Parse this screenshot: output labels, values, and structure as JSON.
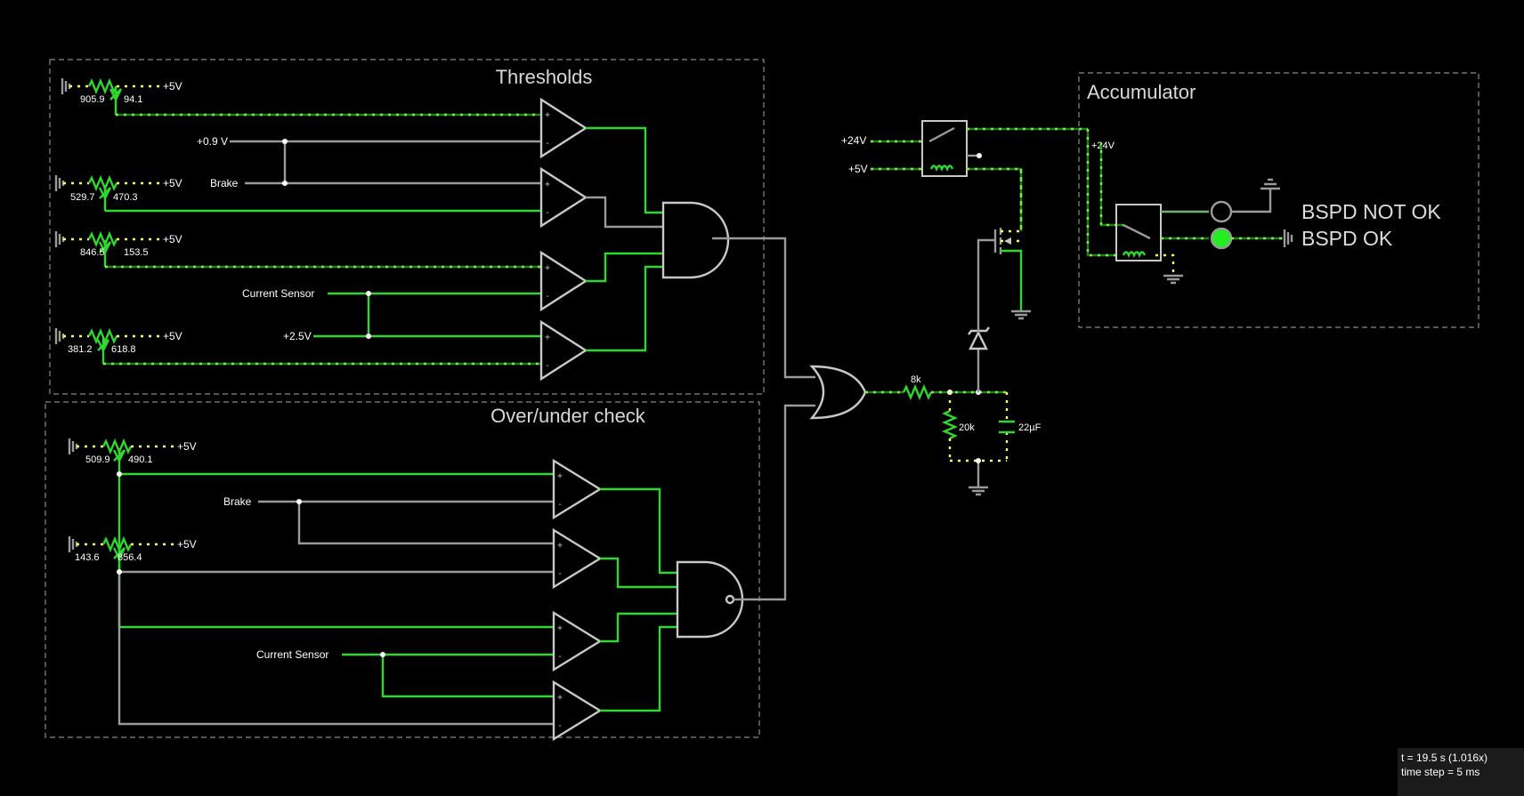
{
  "groups": {
    "thresholds": "Thresholds",
    "over_under": "Over/under check",
    "accumulator": "Accumulator"
  },
  "supplies": {
    "p5v": "+5V",
    "p24v": "+24V",
    "p09v": "+0.9 V",
    "p25v": "+2.5V"
  },
  "signals": {
    "brake": "Brake",
    "current_sensor": "Current Sensor"
  },
  "pots": [
    {
      "left": "905.9",
      "right": "94.1"
    },
    {
      "left": "529.7",
      "right": "470.3"
    },
    {
      "left": "846.5",
      "right": "153.5"
    },
    {
      "left": "381.2",
      "right": "618.8"
    },
    {
      "left": "509.9",
      "right": "490.1"
    },
    {
      "left": "143.6",
      "right": "856.4"
    }
  ],
  "components": {
    "r1": "8k",
    "r2": "20k",
    "c1": "22µF"
  },
  "outputs": {
    "not_ok": "BSPD NOT OK",
    "ok": "BSPD OK"
  },
  "indicators": {
    "not_ok_lit": false,
    "ok_lit": true,
    "on_color": "#22ee22"
  },
  "status": {
    "time": "t = 19.5 s (1.016x)",
    "step": "time step = 5 ms"
  },
  "colors": {
    "background": "#000000",
    "wire_high": "#2fd82f",
    "wire_low": "#9a9a9a",
    "current": "#ffff66"
  }
}
